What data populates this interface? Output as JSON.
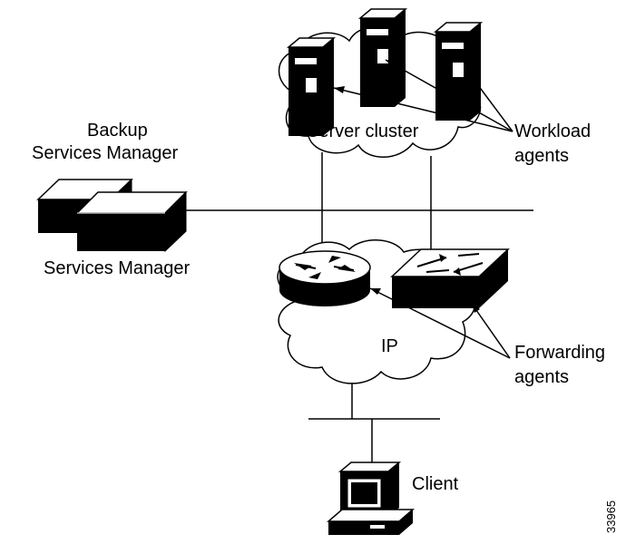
{
  "labels": {
    "server_cluster": "Server cluster",
    "workload_agents_line1": "Workload",
    "workload_agents_line2": "agents",
    "backup_manager_line1": "Backup",
    "backup_manager_line2": "Services Manager",
    "services_manager": "Services Manager",
    "ip_cloud": "IP",
    "forwarding_agents_line1": "Forwarding",
    "forwarding_agents_line2": "agents",
    "client": "Client",
    "figure_id": "33965"
  },
  "colors": {
    "ink": "#000000",
    "paper": "#ffffff"
  }
}
